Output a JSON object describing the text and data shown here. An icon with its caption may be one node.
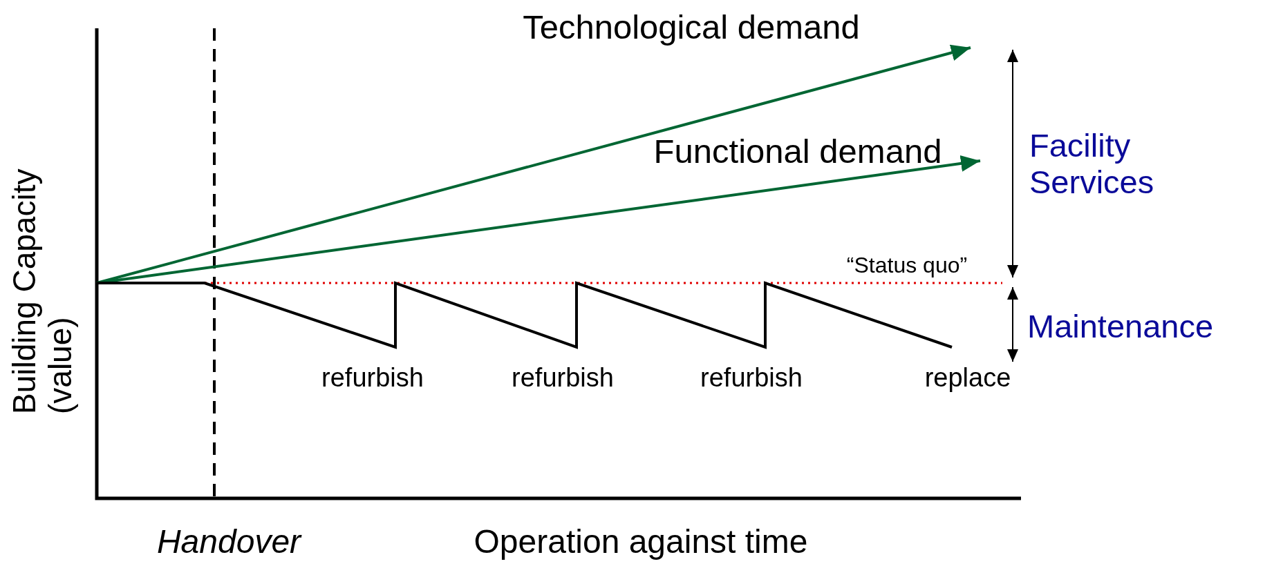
{
  "diagram": {
    "labels": [
      "Technological demand",
      "Functional demand",
      "Facility Services",
      "“Status quo”",
      "Maintenance",
      "refurbish",
      "refurbish",
      "refurbish",
      "replace",
      "Building Capacity (value)",
      "Handover",
      "Operation against time"
    ]
  }
}
